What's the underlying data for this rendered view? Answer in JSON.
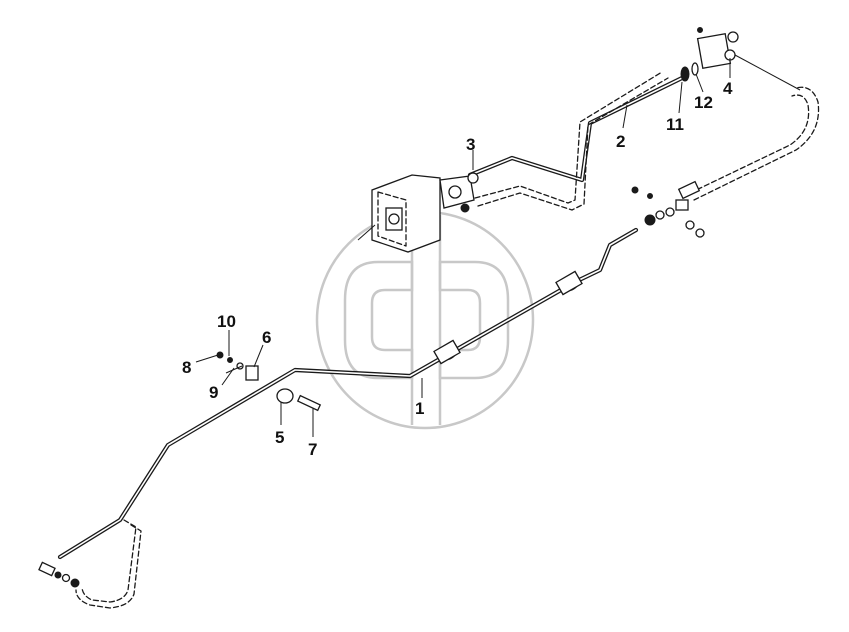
{
  "callouts": [
    {
      "id": "1",
      "label": "1"
    },
    {
      "id": "2",
      "label": "2"
    },
    {
      "id": "3",
      "label": "3"
    },
    {
      "id": "4",
      "label": "4"
    },
    {
      "id": "5",
      "label": "5"
    },
    {
      "id": "6",
      "label": "6"
    },
    {
      "id": "7",
      "label": "7"
    },
    {
      "id": "8",
      "label": "8"
    },
    {
      "id": "9",
      "label": "9"
    },
    {
      "id": "10",
      "label": "10"
    },
    {
      "id": "11",
      "label": "11"
    },
    {
      "id": "12",
      "label": "12"
    }
  ],
  "watermark_icon": "cd-logo-watermark-icon",
  "colors": {
    "line": "#1a1a1a",
    "watermark": "#c8c8c8",
    "background": "#ffffff"
  }
}
